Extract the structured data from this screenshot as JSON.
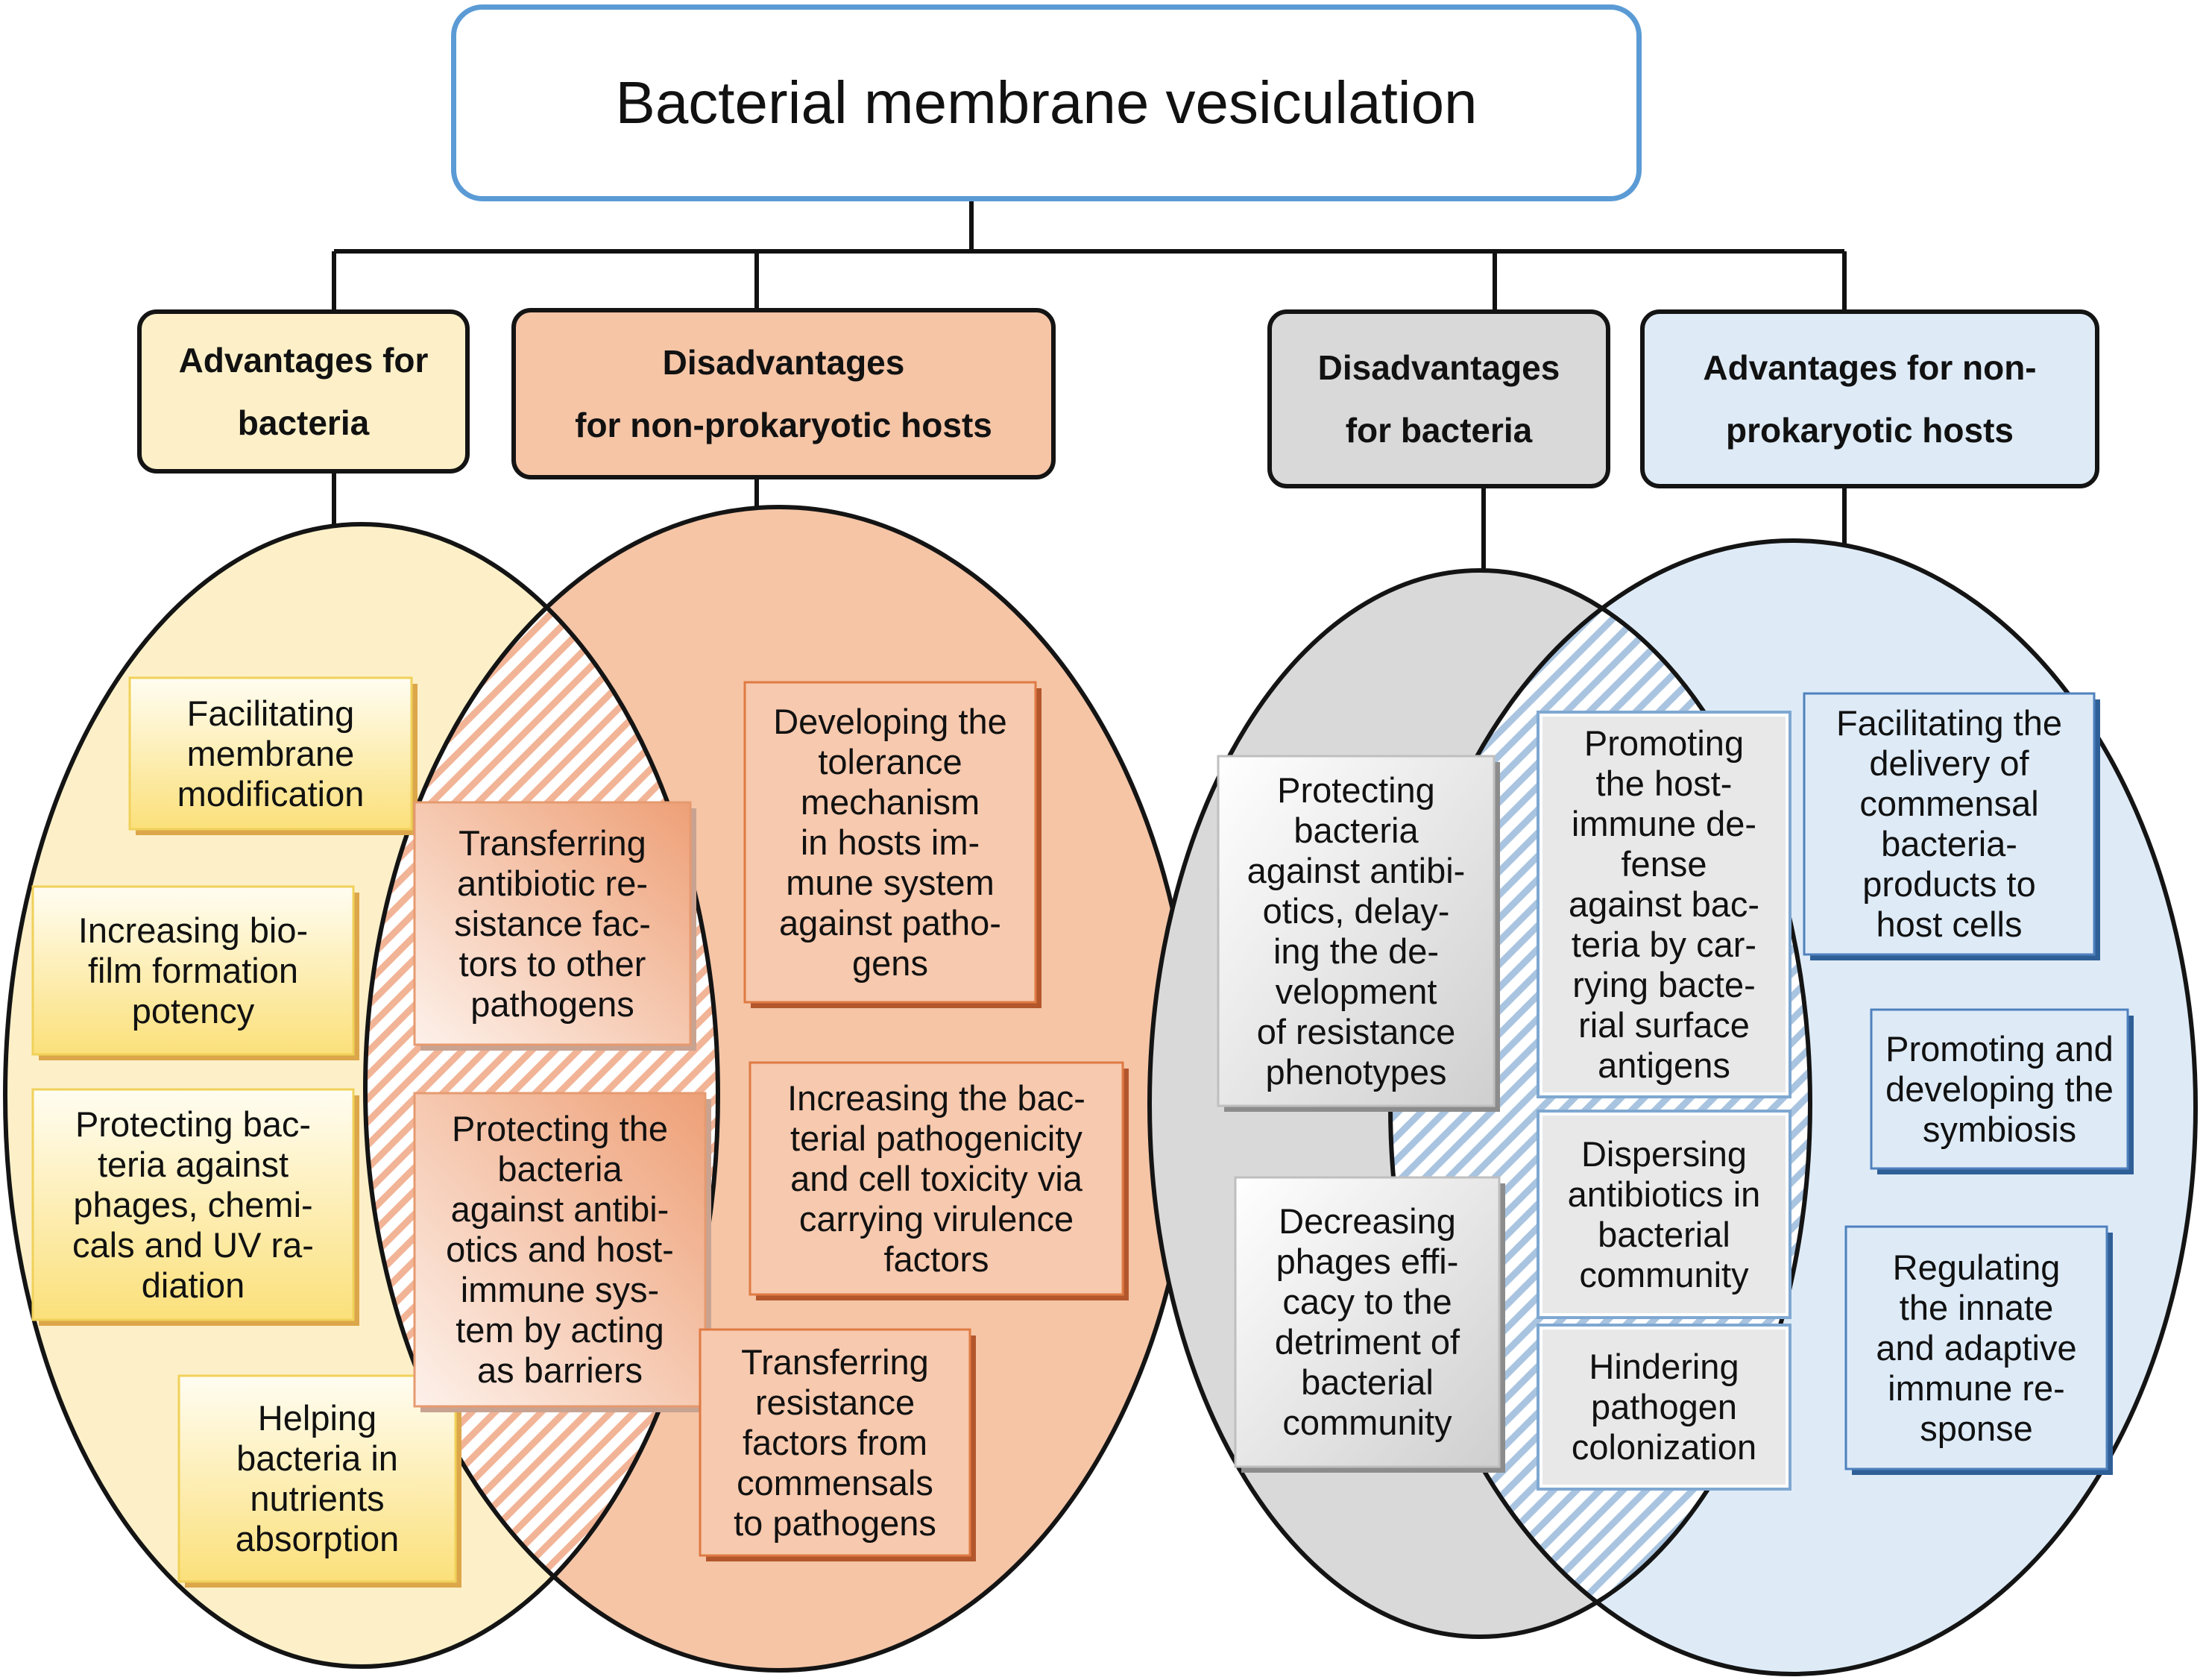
{
  "title": "Bacterial membrane vesiculation",
  "categories": {
    "adv_bacteria": "Advantages for\nbacteria",
    "dis_hosts": "Disadvantages\nfor non-prokaryotic hosts",
    "dis_bacteria": "Disadvantages\nfor bacteria",
    "adv_hosts": "Advantages for non-\nprokaryotic hosts"
  },
  "left_group": {
    "adv_bacteria_items": [
      "Facilitating\nmembrane\nmodification",
      "Increasing bio-\nfilm formation\npotency",
      "Protecting bac-\nteria against\nphages, chemi-\ncals and UV ra-\ndiation",
      "Helping\nbacteria in\nnutrients\nabsorption"
    ],
    "overlap_items": [
      "Transferring\nantibiotic re-\nsistance fac-\ntors to other\npathogens",
      "Protecting the\nbacteria\nagainst antibi-\notics and host-\nimmune sys-\ntem by acting\nas barriers"
    ],
    "dis_hosts_items": [
      "Developing the\ntolerance\nmechanism\nin  hosts im-\nmune system\nagainst patho-\ngens",
      "Increasing the bac-\nterial pathogenicity\nand cell toxicity via\ncarrying virulence\nfactors",
      "Transferring\nresistance\nfactors from\ncommensals\nto pathogens"
    ]
  },
  "right_group": {
    "dis_bacteria_items": [
      "Protecting\nbacteria\nagainst antibi-\notics, delay-\ning the de-\nvelopment\nof resistance\nphenotypes",
      "Decreasing\nphages effi-\ncacy to the\ndetriment of\nbacterial\ncommunity"
    ],
    "overlap_items": [
      "Promoting\nthe host-\nimmune de-\nfense\nagainst bac-\nteria by car-\nrying bacte-\nrial surface\nantigens",
      "Dispersing\nantibiotics in\nbacterial\ncommunity",
      "Hindering\npathogen\ncolonization"
    ],
    "adv_hosts_items": [
      "Facilitating the\ndelivery of\ncommensal\nbacteria-\nproducts to\nhost cells",
      "Promoting and\ndeveloping the\nsymbiosis",
      "Regulating\nthe innate\nand adaptive\nimmune re-\nsponse"
    ]
  },
  "colors": {
    "yellow": "#fdf0c8",
    "orange": "#f5c5a6",
    "gray": "#d9d9d9",
    "blue": "#deebf7",
    "title_border": "#5b9bd5"
  }
}
